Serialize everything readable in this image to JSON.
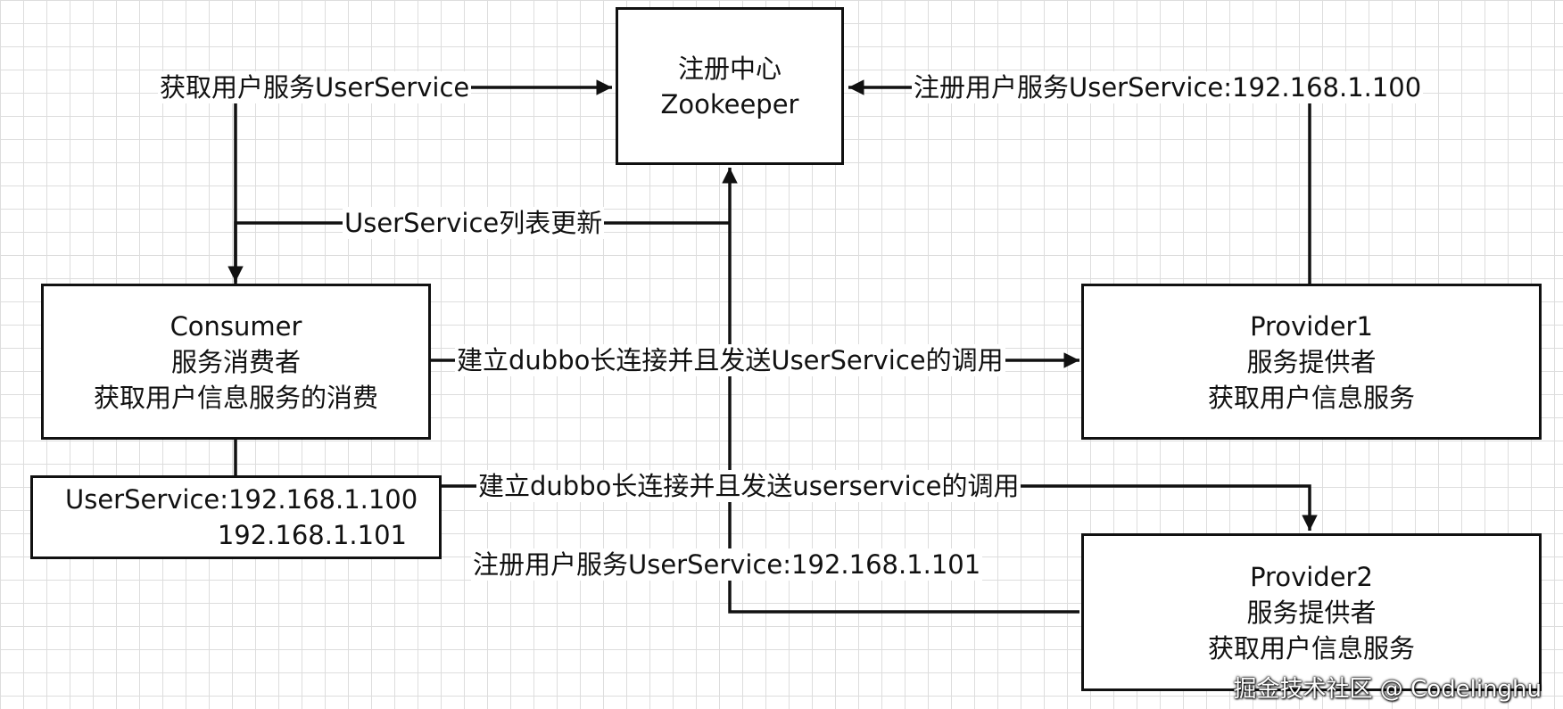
{
  "nodes": {
    "zookeeper": {
      "lines": [
        "注册中心",
        "Zookeeper"
      ]
    },
    "consumer": {
      "lines": [
        "Consumer",
        "服务消费者",
        "获取用户信息服务的消费"
      ]
    },
    "provider1": {
      "lines": [
        "Provider1",
        "服务提供者",
        "获取用户信息服务"
      ]
    },
    "provider2": {
      "lines": [
        "Provider2",
        "服务提供者",
        "获取用户信息服务"
      ]
    },
    "service_list": {
      "lines": [
        "UserService:192.168.1.100",
        "192.168.1.101"
      ]
    }
  },
  "edges": {
    "consumer_get_service": "获取用户服务UserService",
    "provider1_register": "注册用户服务UserService:192.168.1.100",
    "list_update": "UserService列表更新",
    "call_provider1": "建立dubbo长连接并且发送UserService的调用",
    "call_provider2": "建立dubbo长连接并且发送userservice的调用",
    "provider2_register": "注册用户服务UserService:192.168.1.101"
  },
  "watermark": "掘金技术社区 @ Codelinghu",
  "colors": {
    "line": "#111111",
    "grid": "#dddddd",
    "background": "#ffffff"
  }
}
